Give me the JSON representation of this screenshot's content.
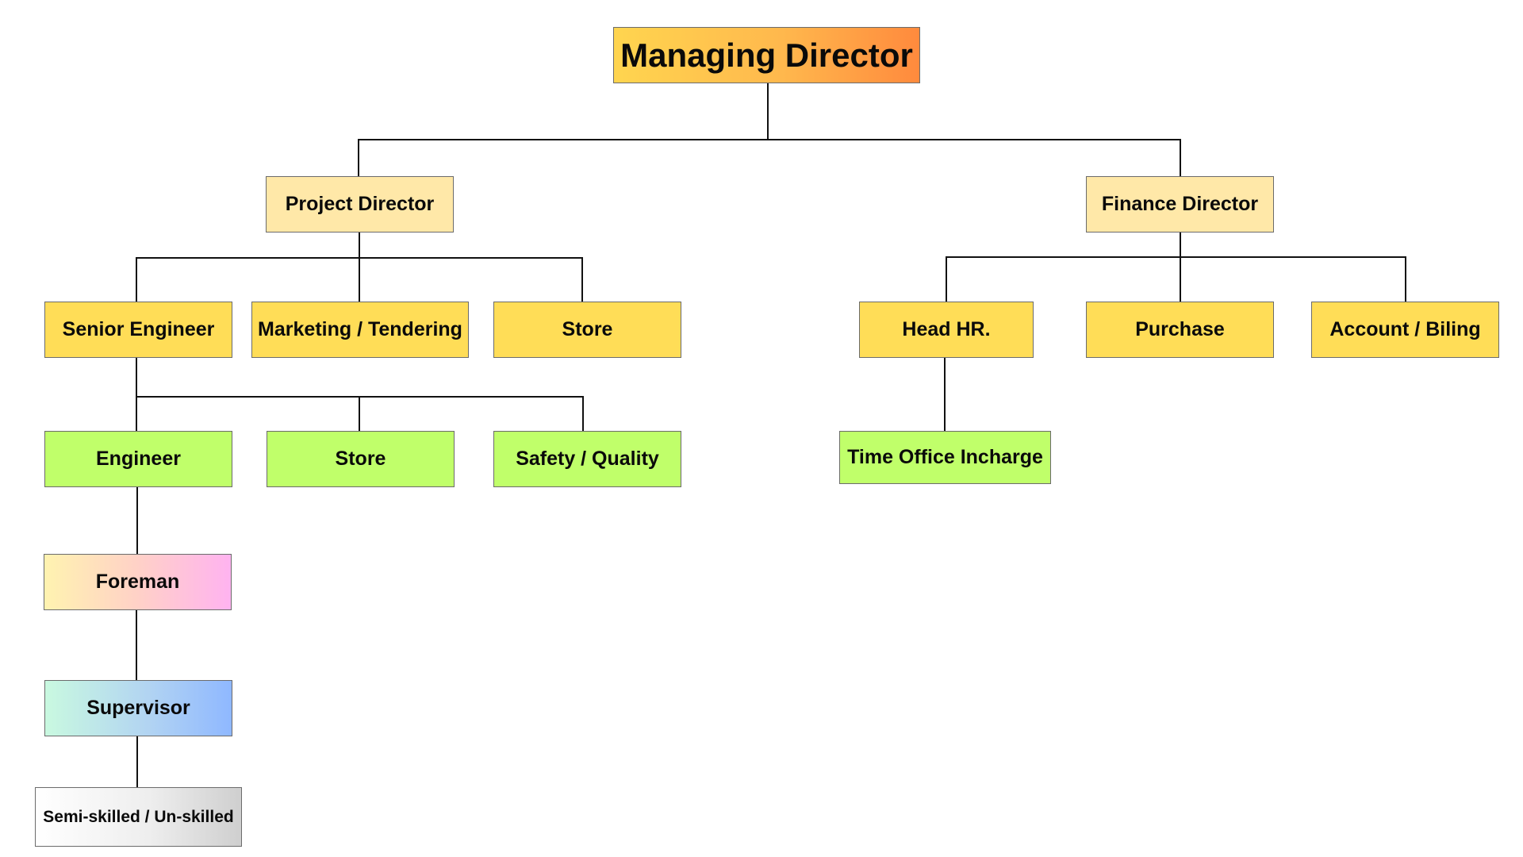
{
  "org_chart": {
    "managing_director": "Managing Director",
    "project_director": "Project Director",
    "finance_director": "Finance Director",
    "senior_engineer": "Senior Engineer",
    "marketing_tendering": "Marketing / Tendering",
    "store_project": "Store",
    "head_hr": "Head HR.",
    "purchase": "Purchase",
    "account_billing": "Account / Biling",
    "engineer": "Engineer",
    "store_engineering": "Store",
    "safety_quality": "Safety / Quality",
    "time_office_incharge": "Time Office Incharge",
    "foreman": "Foreman",
    "supervisor": "Supervisor",
    "semi_skilled": "Semi-skilled / Un-skilled"
  }
}
